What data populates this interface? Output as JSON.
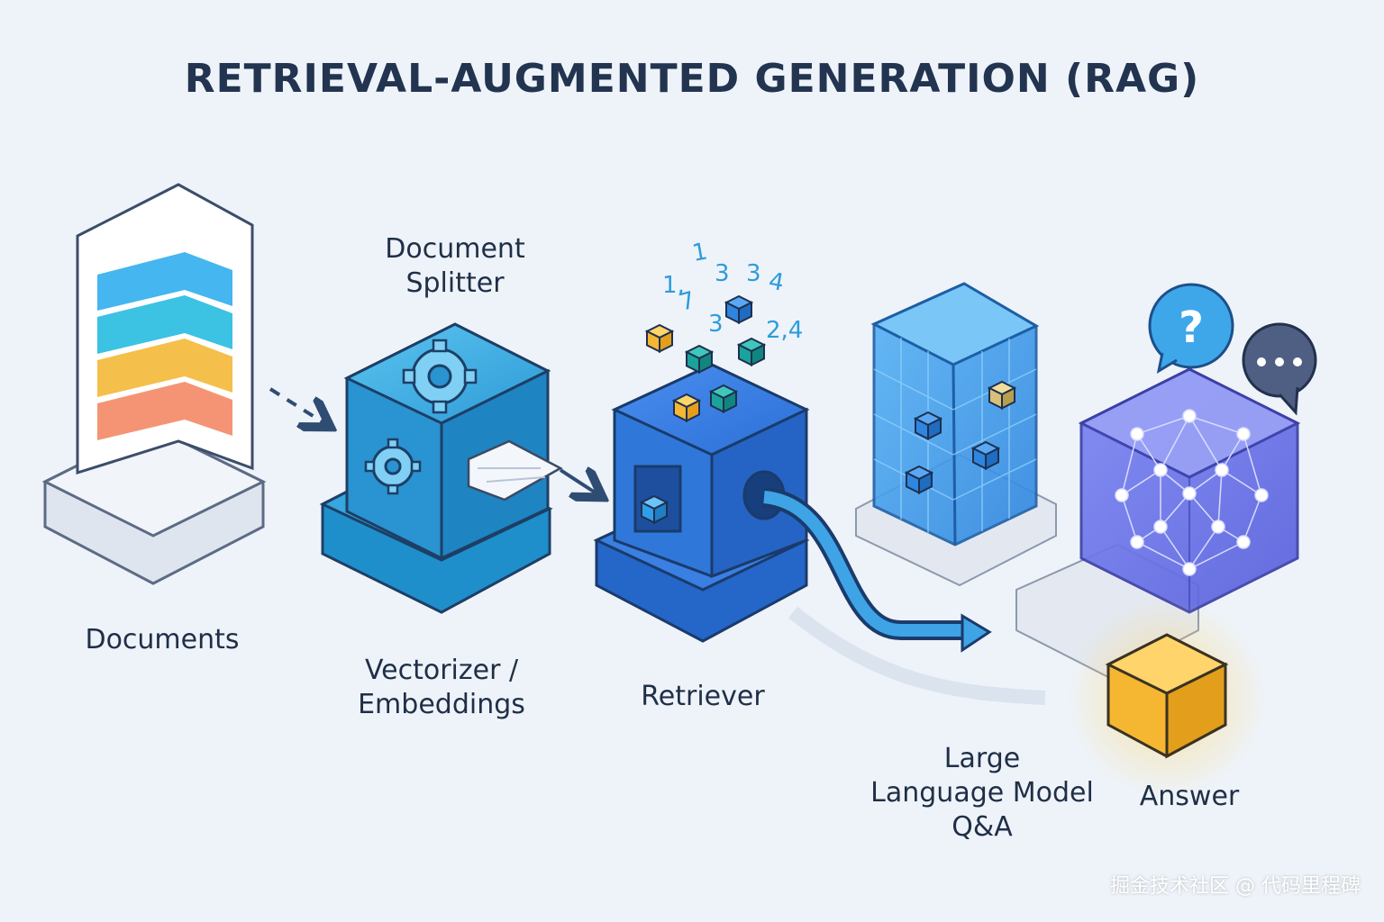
{
  "title": "RETRIEVAL-AUGMENTED GENERATION (RAG)",
  "stages": {
    "documents": {
      "label": "Documents"
    },
    "splitter": {
      "label_lines": [
        "Document",
        "Splitter"
      ]
    },
    "vectorizer": {
      "label_lines": [
        "Vectorizer /",
        "Embeddings"
      ]
    },
    "retriever": {
      "label": "Retriever"
    },
    "llm": {
      "label_lines": [
        "Large",
        "Language Model",
        "Q&A"
      ]
    },
    "answer": {
      "label": "Answer"
    }
  },
  "floating_numbers": [
    "1",
    "3",
    "3",
    "4",
    "1,",
    "7",
    "3",
    "2,4"
  ],
  "bubbles": {
    "question": "?",
    "dots": "•••"
  },
  "watermark": "掘金技术社区 @ 代码里程碑",
  "colors": {
    "background": "#eef3f9",
    "title": "#22344f",
    "primary_blue": "#2a7fd0",
    "cyan_block": "#2ea0d8",
    "retriever_blue": "#2f78d9",
    "llm_purple": "#6b6fe6",
    "answer_yellow": "#f5b731",
    "stripe_colors": [
      "#45b6ef",
      "#3cc2e3",
      "#f4c04b",
      "#f59474"
    ]
  },
  "icons": [
    "gear-icon",
    "question-bubble-icon",
    "chat-dots-icon",
    "arrow-icon",
    "cube-icon",
    "network-icon"
  ]
}
